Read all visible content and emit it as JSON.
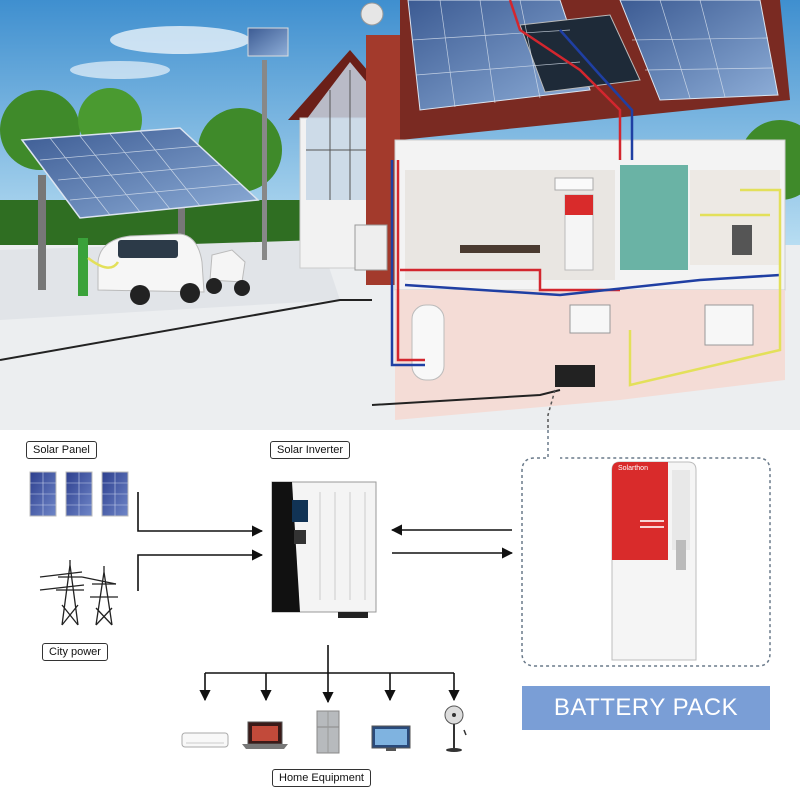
{
  "labels": {
    "solar_panel": "Solar Panel",
    "solar_inverter": "Solar Inverter",
    "city_power": "City power",
    "home_equipment": "Home Equipment",
    "battery_pack": "BATTERY PACK",
    "battery_brand": "Solarthon"
  },
  "colors": {
    "sky": "#5aa6d9",
    "roof": "#7a2a22",
    "brick": "#a33a2c",
    "battery_red": "#d92b2b",
    "banner_blue": "#7a9ed6",
    "wire_red": "#d3262e",
    "wire_blue": "#1f3fa3",
    "wire_yellow": "#e3e05a"
  },
  "icons": {
    "solar": "solar-panel-icon",
    "pylon": "power-pylon-icon",
    "inverter": "inverter-icon",
    "battery": "battery-pack-icon",
    "appliances": [
      "air-conditioner-icon",
      "laptop-icon",
      "refrigerator-icon",
      "television-icon",
      "fan-icon"
    ]
  }
}
